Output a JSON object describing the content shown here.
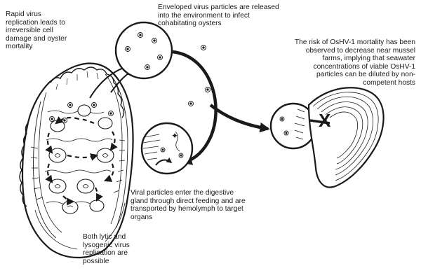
{
  "annotations": {
    "replication": "Rapid virus\nreplication leads to\nirreversible cell\ndamage and oyster\nmortality",
    "release": "Enveloped virus particles are released\ninto the environment to infect\ncohabitating oysters",
    "mussel": "The risk of OsHV-1 mortality has been\nobserved to decrease near mussel\nfarms, implying that seawater\nconcentrations of viable OsHV-1\nparticles can be diluted by non-\ncompetent hosts",
    "entry": "Viral particles enter the digestive\ngland through direct feeding and are\ntransported by hemolymph to target\norgans",
    "lytic": "Both lytic and\nlysogenic virus\nreplication are\npossible"
  },
  "mussel_marker": "X",
  "colors": {
    "ink": "#1a1a1a",
    "background": "#ffffff"
  }
}
